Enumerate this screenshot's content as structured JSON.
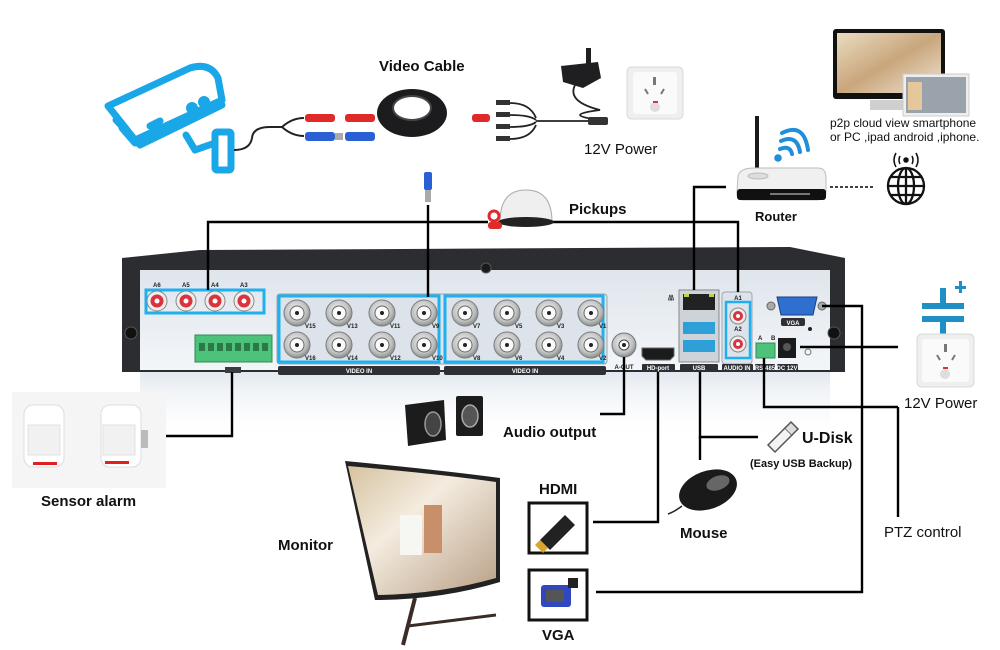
{
  "labels": {
    "video_cable": "Video Cable",
    "power_top": "12V Power",
    "pickups": "Pickups",
    "router": "Router",
    "p2p_line1": "p2p cloud view smartphone",
    "p2p_line2": "or PC ,ipad android ,iphone.",
    "power_right": "12V Power",
    "audio_output": "Audio output",
    "udisk": "U-Disk",
    "udisk_sub": "(Easy USB Backup)",
    "sensor_alarm": "Sensor alarm",
    "hdmi": "HDMI",
    "monitor": "Monitor",
    "mouse": "Mouse",
    "ptz": "PTZ control",
    "vga": "VGA"
  },
  "dvr_panel": {
    "audio_in_labels": [
      "A6",
      "A5",
      "A4",
      "A3"
    ],
    "video_top_labels": [
      "V15",
      "V13",
      "V11",
      "V9",
      "V7",
      "V5",
      "V3",
      "V1"
    ],
    "video_bottom_labels": [
      "V16",
      "V14",
      "V12",
      "V10",
      "V8",
      "V6",
      "V4",
      "V2"
    ],
    "video_in_label": "VIDEO IN",
    "aout_label": "A-OUT",
    "hdmi_port_label": "HD-port",
    "usb_label": "USB",
    "audio_in_label": "AUDIO IN",
    "a1_label": "A1",
    "a2_label": "A2",
    "rs485_label": "RS-485",
    "dc12v_label": "DC 12V",
    "vga_label": "VGA",
    "rs485_ab": [
      "A",
      "B"
    ]
  },
  "colors": {
    "accent_blue": "#1aa7e8",
    "highlight_box": "#1fb0ee",
    "panel": "#e8edf2",
    "chassis": "#2b2d31",
    "rca_red": "#d9333b",
    "vga_blue": "#2f6fd0",
    "terminal_green": "#4cc27a",
    "power_icon": "#1f8fc4"
  }
}
